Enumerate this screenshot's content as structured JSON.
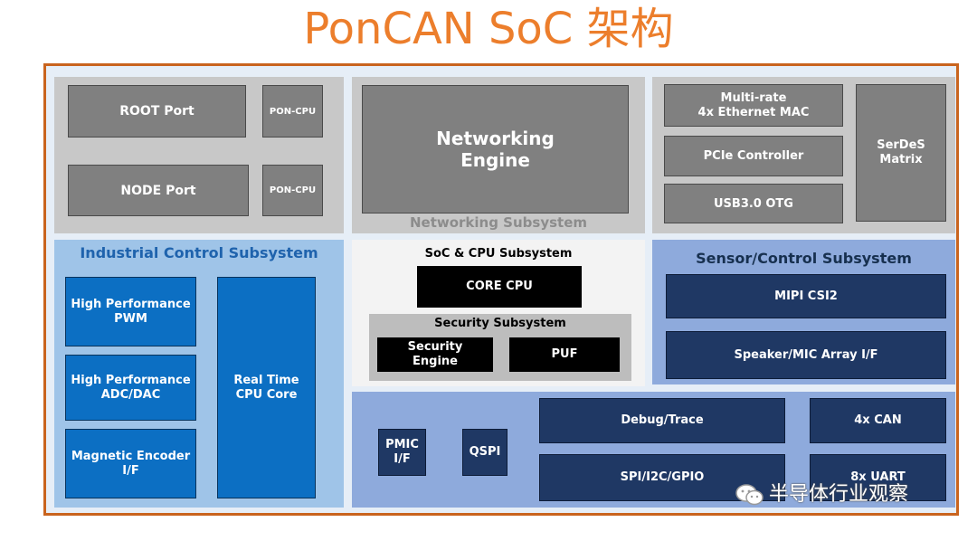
{
  "title": "PonCAN SoC 架构",
  "pon": {
    "root_port": "ROOT Port",
    "pon_cpu_1": "PON-CPU",
    "node_port": "NODE Port",
    "pon_cpu_2": "PON-CPU"
  },
  "networking": {
    "engine": "Networking\nEngine",
    "subsystem_label": "Networking Subsystem"
  },
  "interfaces": {
    "ethernet_mac": "Multi-rate\n4x Ethernet MAC",
    "pcie": "PCIe Controller",
    "usb": "USB3.0 OTG",
    "serdes": "SerDeS\nMatrix"
  },
  "industrial": {
    "label": "Industrial Control Subsystem",
    "pwm": "High Performance\nPWM",
    "adc": "High Performance\nADC/DAC",
    "encoder": "Magnetic Encoder\nI/F",
    "rt_cpu": "Real Time\nCPU Core"
  },
  "soc": {
    "label": "SoC & CPU Subsystem",
    "core_cpu": "CORE CPU",
    "security_label": "Security Subsystem",
    "security_engine": "Security\nEngine",
    "puf": "PUF"
  },
  "sensor": {
    "label": "Sensor/Control Subsystem",
    "mipi": "MIPI CSI2",
    "speaker": "Speaker/MIC Array I/F"
  },
  "io": {
    "pmic": "PMIC\nI/F",
    "qspi": "QSPI",
    "debug": "Debug/Trace",
    "can": "4x CAN",
    "spi": "SPI/I2C/GPIO",
    "uart": "8x UART"
  },
  "watermark": "半导体行业观察"
}
